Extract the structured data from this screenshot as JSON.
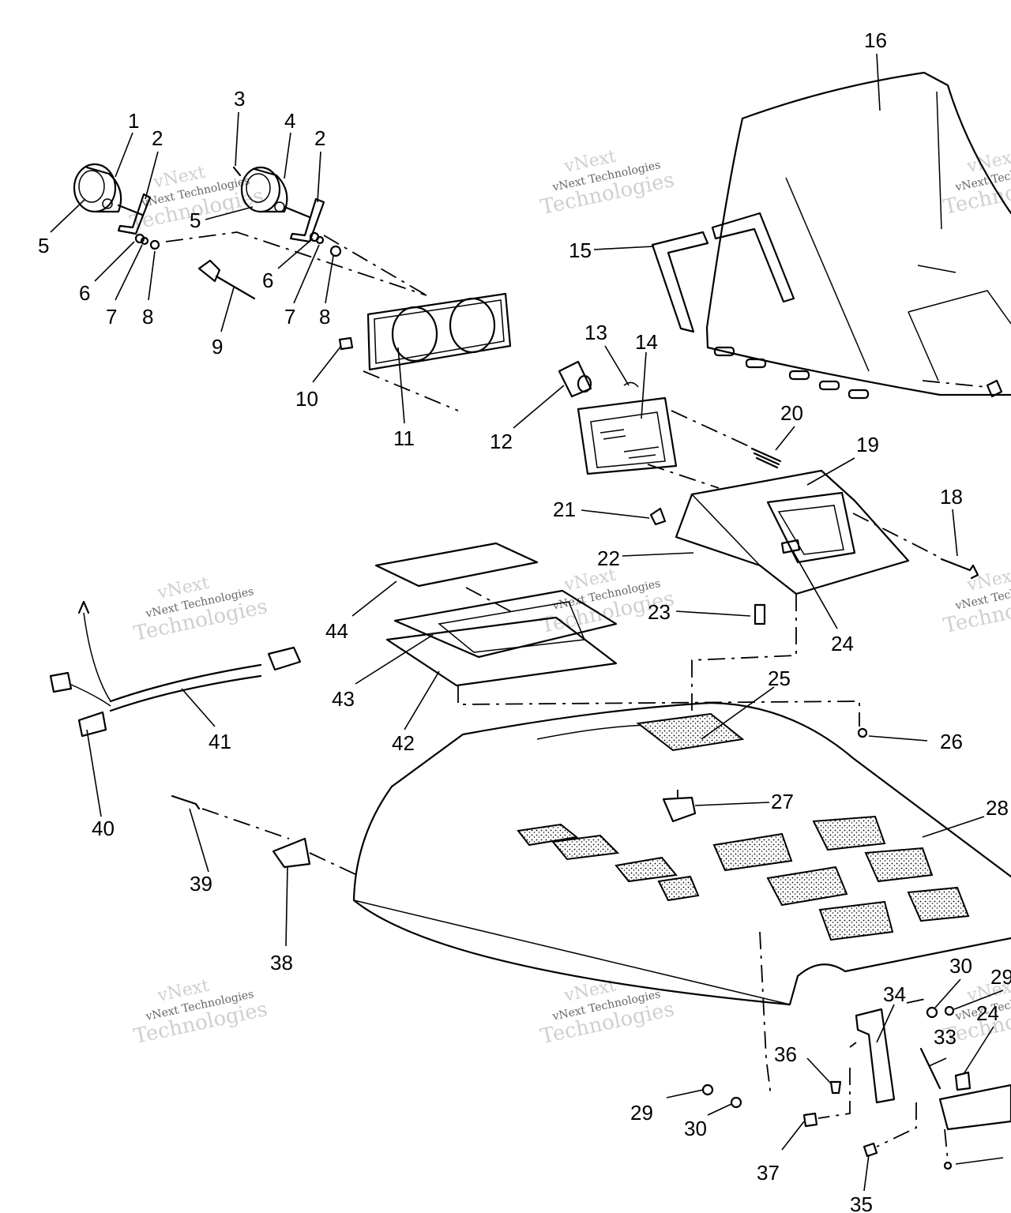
{
  "callouts": [
    {
      "id": "1",
      "text": "1"
    },
    {
      "id": "2a",
      "text": "2"
    },
    {
      "id": "3",
      "text": "3"
    },
    {
      "id": "4",
      "text": "4"
    },
    {
      "id": "2b",
      "text": "2"
    },
    {
      "id": "5a",
      "text": "5"
    },
    {
      "id": "5b",
      "text": "5"
    },
    {
      "id": "6a",
      "text": "6"
    },
    {
      "id": "7a",
      "text": "7"
    },
    {
      "id": "8a",
      "text": "8"
    },
    {
      "id": "6b",
      "text": "6"
    },
    {
      "id": "7b",
      "text": "7"
    },
    {
      "id": "8b",
      "text": "8"
    },
    {
      "id": "9",
      "text": "9"
    },
    {
      "id": "10",
      "text": "10"
    },
    {
      "id": "11",
      "text": "11"
    },
    {
      "id": "12",
      "text": "12"
    },
    {
      "id": "13",
      "text": "13"
    },
    {
      "id": "14",
      "text": "14"
    },
    {
      "id": "15",
      "text": "15"
    },
    {
      "id": "16",
      "text": "16"
    },
    {
      "id": "18",
      "text": "18"
    },
    {
      "id": "19",
      "text": "19"
    },
    {
      "id": "20",
      "text": "20"
    },
    {
      "id": "21",
      "text": "21"
    },
    {
      "id": "22",
      "text": "22"
    },
    {
      "id": "23",
      "text": "23"
    },
    {
      "id": "24a",
      "text": "24"
    },
    {
      "id": "25",
      "text": "25"
    },
    {
      "id": "26",
      "text": "26"
    },
    {
      "id": "27",
      "text": "27"
    },
    {
      "id": "28",
      "text": "28"
    },
    {
      "id": "29a",
      "text": "29"
    },
    {
      "id": "30a",
      "text": "30"
    },
    {
      "id": "29b",
      "text": "29"
    },
    {
      "id": "30b",
      "text": "30"
    },
    {
      "id": "33",
      "text": "33"
    },
    {
      "id": "24b",
      "text": "24"
    },
    {
      "id": "34",
      "text": "34"
    },
    {
      "id": "35",
      "text": "35"
    },
    {
      "id": "36",
      "text": "36"
    },
    {
      "id": "37",
      "text": "37"
    },
    {
      "id": "38",
      "text": "38"
    },
    {
      "id": "39",
      "text": "39"
    },
    {
      "id": "40",
      "text": "40"
    },
    {
      "id": "41",
      "text": "41"
    },
    {
      "id": "42",
      "text": "42"
    },
    {
      "id": "43",
      "text": "43"
    },
    {
      "id": "44",
      "text": "44"
    }
  ],
  "watermark": {
    "brand": "vNext",
    "company": "vNext Technologies",
    "word": "Technologies"
  }
}
